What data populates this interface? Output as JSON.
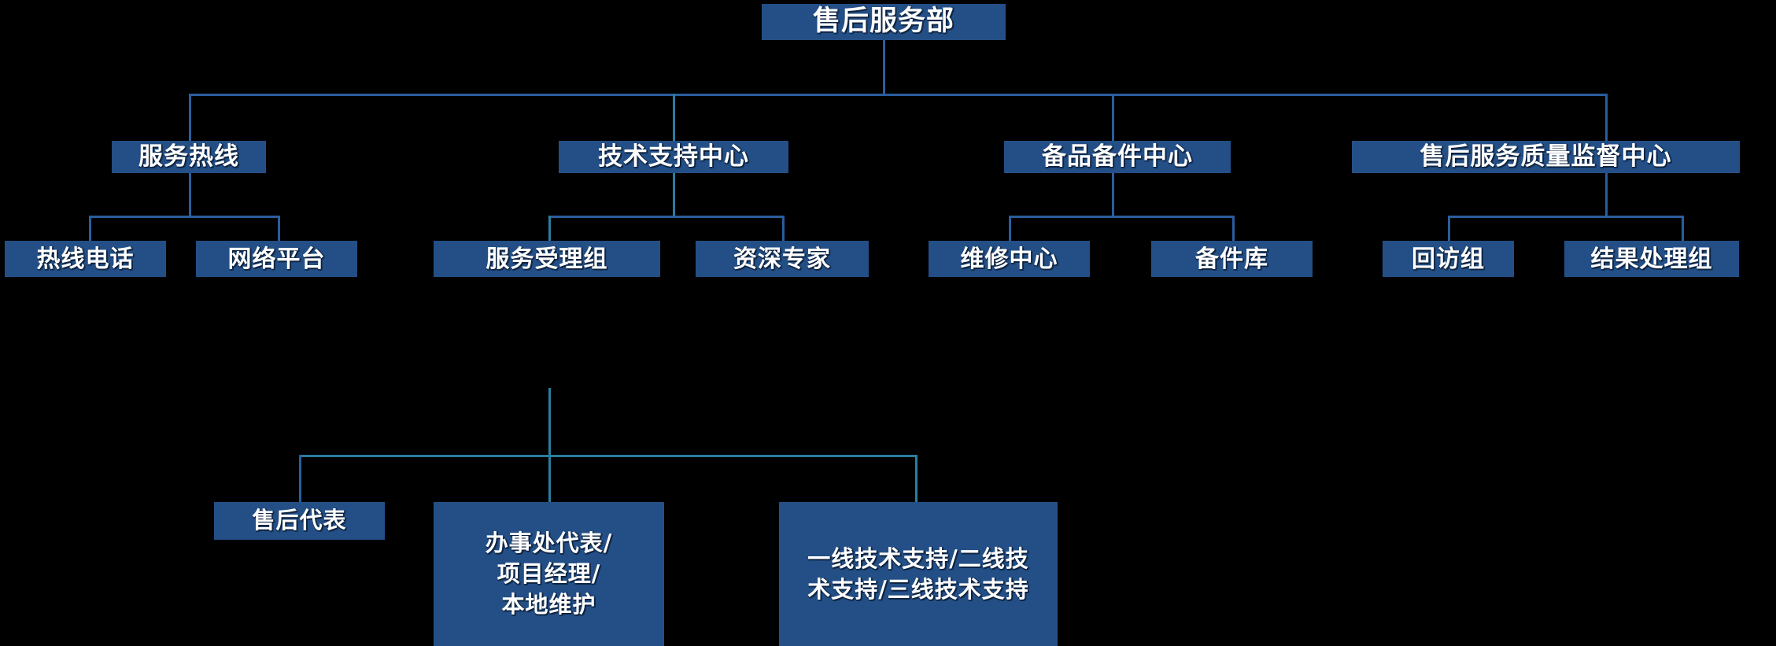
{
  "chart_data": {
    "type": "diagram",
    "title": "售后服务部组织结构图",
    "diagram_kind": "organizational-chart",
    "orientation": "top-down",
    "levels": 4,
    "colors": {
      "background": "#000000",
      "node_fill": "#234f86",
      "node_text": "#ffffff",
      "connector_blue": "#2a5d9e",
      "connector_teal": "#2a7d9e"
    },
    "nodes": [
      {
        "id": "root",
        "label": "售后服务部",
        "level": 0,
        "parent": null
      },
      {
        "id": "hotline",
        "label": "服务热线",
        "level": 1,
        "parent": "root"
      },
      {
        "id": "tech",
        "label": "技术支持中心",
        "level": 1,
        "parent": "root"
      },
      {
        "id": "spare",
        "label": "备品备件中心",
        "level": 1,
        "parent": "root"
      },
      {
        "id": "quality",
        "label": "售后服务质量监督中心",
        "level": 1,
        "parent": "root"
      },
      {
        "id": "phone",
        "label": "热线电话",
        "level": 2,
        "parent": "hotline"
      },
      {
        "id": "web",
        "label": "网络平台",
        "level": 2,
        "parent": "hotline"
      },
      {
        "id": "accept",
        "label": "服务受理组",
        "level": 2,
        "parent": "tech"
      },
      {
        "id": "expert",
        "label": "资深专家",
        "level": 2,
        "parent": "tech"
      },
      {
        "id": "repair",
        "label": "维修中心",
        "level": 2,
        "parent": "spare"
      },
      {
        "id": "store",
        "label": "备件库",
        "level": 2,
        "parent": "spare"
      },
      {
        "id": "revisit",
        "label": "回访组",
        "level": 2,
        "parent": "quality"
      },
      {
        "id": "result",
        "label": "结果处理组",
        "level": 2,
        "parent": "quality"
      },
      {
        "id": "rep",
        "label": "售后代表",
        "level": 3,
        "parent": "accept"
      },
      {
        "id": "office",
        "label": "办事处代表/\n项目经理/\n本地维护",
        "level": 3,
        "parent": "accept"
      },
      {
        "id": "tiers",
        "label": "一线技术支持/二线技\n术支持/三线技术支持",
        "level": 3,
        "parent": "accept"
      }
    ]
  },
  "nodes": {
    "root": "售后服务部",
    "hotline": "服务热线",
    "tech": "技术支持中心",
    "spare": "备品备件中心",
    "quality": "售后服务质量监督中心",
    "phone": "热线电话",
    "web": "网络平台",
    "accept": "服务受理组",
    "expert": "资深专家",
    "repair": "维修中心",
    "store": "备件库",
    "revisit": "回访组",
    "result": "结果处理组",
    "rep": "售后代表",
    "office_l1": "办事处代表/",
    "office_l2": "项目经理/",
    "office_l3": "本地维护",
    "tiers_l1": "一线技术支持/二线技",
    "tiers_l2": "术支持/三线技术支持"
  }
}
